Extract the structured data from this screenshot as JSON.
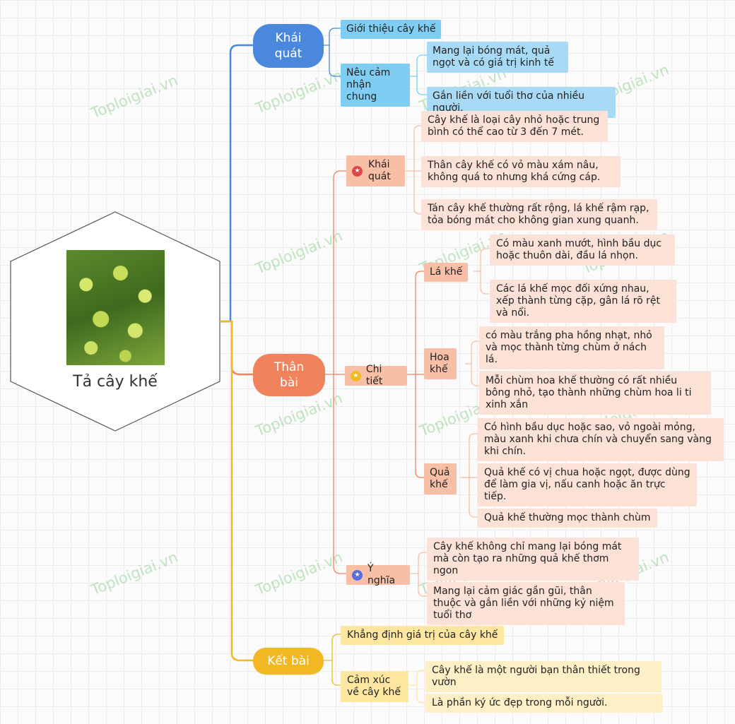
{
  "center": {
    "title": "Tả cây khế"
  },
  "watermark": "Toploigiai.vn",
  "colors": {
    "blue": "#4a88dd",
    "orange": "#f0825c",
    "yellow": "#f2b824"
  },
  "branches": {
    "mo_bai": {
      "label": "Khái quát",
      "intro": "Giới thiệu cây khế",
      "feel": "Nêu cảm nhận chung",
      "feel_items": [
        "Mang lại bóng mát, quả ngọt và có giá trị kinh tế",
        "Gắn liền với tuổi thơ của nhiều người."
      ]
    },
    "than_bai": {
      "label": "Thân bài",
      "khai_quat": {
        "label": "Khái quát",
        "items": [
          "Cây khế là loại cây nhỏ hoặc trung bình có thể cao từ 3 đến 7 mét.",
          "Thân cây khế có vỏ màu xám nâu, không quá to nhưng khá cứng cáp.",
          "Tán cây khế thường rất rộng, lá khế rậm rạp, tỏa bóng mát cho không gian xung quanh."
        ]
      },
      "chi_tiet": {
        "label": "Chi tiết",
        "la": {
          "label": "Lá khế",
          "items": [
            "Có màu xanh mướt, hình bầu dục hoặc thuôn dài, đầu lá nhọn.",
            "Các lá khế mọc đối xứng nhau, xếp thành từng cặp, gân lá rõ rệt và nổi."
          ]
        },
        "hoa": {
          "label": "Hoa khế",
          "items": [
            "có màu trắng pha hồng nhạt, nhỏ và mọc thành từng chùm ở nách lá.",
            "Mỗi chùm hoa khế thường có rất nhiều bông nhỏ, tạo thành những chùm hoa li ti xinh xắn"
          ]
        },
        "qua": {
          "label": "Quả khế",
          "items": [
            "Có hình bầu dục hoặc sao, vỏ ngoài mỏng, màu xanh khi chưa chín và chuyển sang vàng khi chín.",
            "Quả khế có vị chua hoặc ngọt, được dùng để làm gia vị, nấu canh hoặc ăn trực tiếp.",
            "Quả khế thường mọc thành chùm"
          ]
        }
      },
      "y_nghia": {
        "label": "Ý nghĩa",
        "items": [
          "Cây khế không chỉ mang lại bóng mát mà còn tạo ra những quả khế thơm ngon",
          "Mang lại cảm giác gần gũi, thân thuộc và gắn liền với những kỷ niệm tuổi thơ"
        ]
      }
    },
    "ket_bai": {
      "label": "Kết bài",
      "affirm": "Khẳng định giá trị của cây khế",
      "feel": "Cảm xúc về cây khế",
      "feel_items": [
        "Cây khế là một người bạn thân thiết trong vườn",
        "Là phần ký ức đẹp trong mỗi người."
      ]
    }
  }
}
